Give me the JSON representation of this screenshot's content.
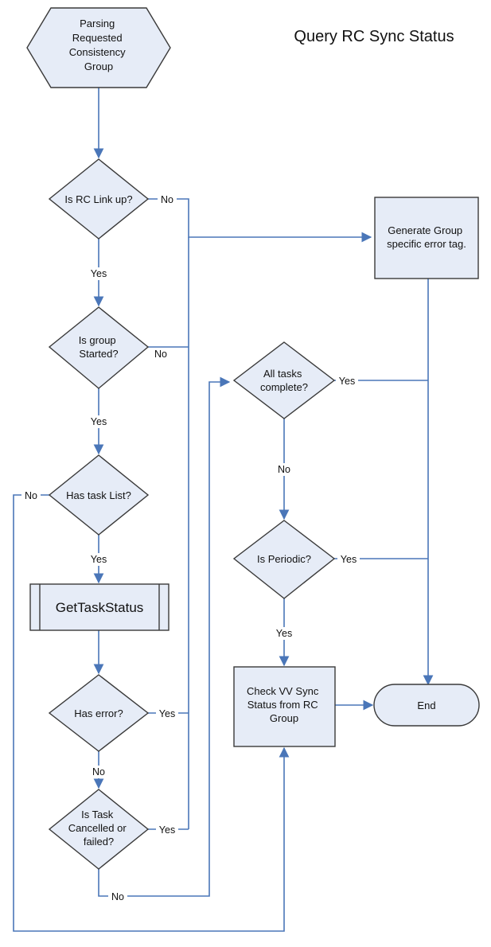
{
  "title": "Query RC Sync Status",
  "nodes": {
    "start": [
      "Parsing",
      "Requested",
      "Consistency",
      "Group"
    ],
    "link_up": [
      "Is RC Link up?"
    ],
    "group_started": [
      "Is group",
      "Started?"
    ],
    "has_task_list": [
      "Has task List?"
    ],
    "get_task_status": [
      "GetTaskStatus"
    ],
    "has_error": [
      "Has error?"
    ],
    "task_cancelled": [
      "Is Task",
      "Cancelled or",
      "failed?"
    ],
    "gen_error": [
      "Generate Group",
      "specific error tag."
    ],
    "all_complete": [
      "All tasks",
      "complete?"
    ],
    "is_periodic": [
      "Is Periodic?"
    ],
    "check_vv": [
      "Check VV Sync",
      "Status from RC",
      "Group"
    ],
    "end": [
      "End"
    ]
  },
  "edge_labels": {
    "link_up_no": "No",
    "link_up_yes": "Yes",
    "group_started_no": "No",
    "group_started_yes": "Yes",
    "has_task_list_no": "No",
    "has_task_list_yes": "Yes",
    "has_error_yes": "Yes",
    "has_error_no": "No",
    "task_cancelled_yes": "Yes",
    "task_cancelled_no": "No",
    "all_complete_yes": "Yes",
    "all_complete_no": "No",
    "is_periodic_yes": "Yes",
    "is_periodic_no": "Yes"
  },
  "colors": {
    "node_fill": "#e6ecf7",
    "node_stroke": "#3a3a3a",
    "edge": "#4a76b8"
  }
}
